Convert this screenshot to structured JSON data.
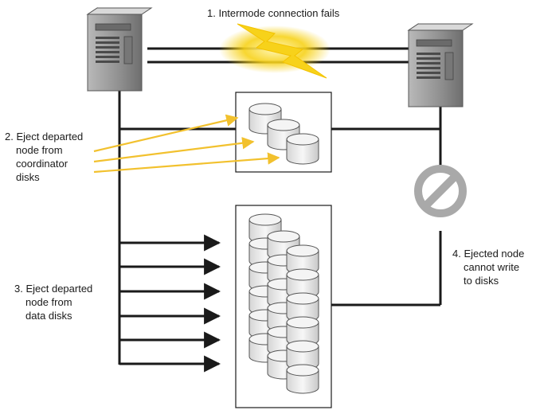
{
  "labels": {
    "step1": "1. Intermode connection fails",
    "step2": [
      "2. Eject departed",
      "node from",
      "coordinator",
      "disks"
    ],
    "step3": [
      "3. Eject departed",
      "node from",
      "data disks"
    ],
    "step4": [
      "4. Ejected node",
      "cannot write",
      "to disks"
    ]
  },
  "colors": {
    "line": "#1a1a1a",
    "arrow_yellow": "#f2c12e",
    "burst": "#f7d21a",
    "prohibit": "#a9a9a9",
    "server_body": "#8c8c8c",
    "disk_fill": "#f2f2f2"
  },
  "icons": {
    "server": "server-icon",
    "disk": "disk-icon",
    "lightning": "lightning-burst-icon",
    "prohibited": "prohibited-icon"
  }
}
